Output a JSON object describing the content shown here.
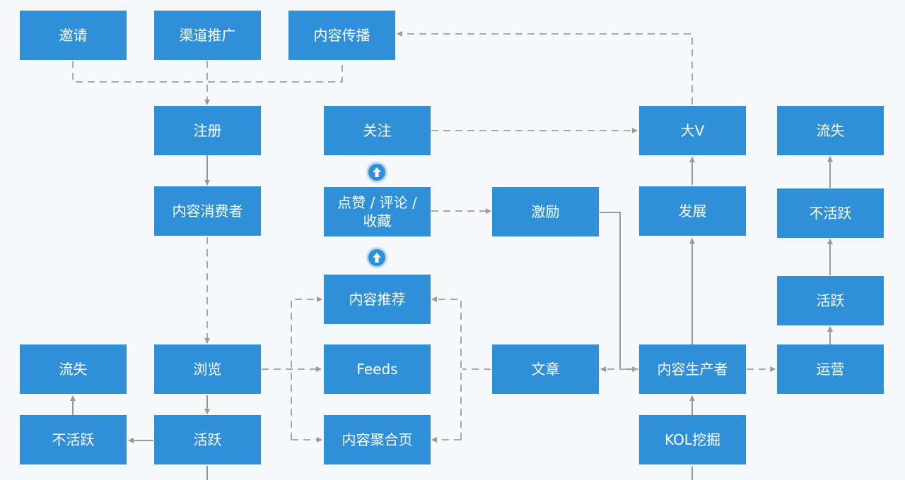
{
  "colors": {
    "node_fill": "#2f90d8",
    "connector": "#a9a9a9",
    "background": "#f7f8fa"
  },
  "icons": [
    "up-arrow-icon",
    "up-arrow-icon"
  ],
  "nodes": {
    "invite": "邀请",
    "channel_promotion": "渠道推广",
    "content_spread": "内容传播",
    "register": "注册",
    "content_consumer": "内容消费者",
    "browse": "浏览",
    "churn_left": "流失",
    "inactive_left": "不活跃",
    "active_left": "活跃",
    "follow": "关注",
    "like_comment_collect": "点赞 / 评论 /\n收藏",
    "content_recommend": "内容推荐",
    "feeds": "Feeds",
    "aggregation_page": "内容聚合页",
    "incentive": "激励",
    "article": "文章",
    "big_v": "大V",
    "develop": "发展",
    "content_producer": "内容生产者",
    "kol_mining": "KOL挖掘",
    "churn_right": "流失",
    "inactive_right": "不活跃",
    "active_right": "活跃",
    "operation": "运营"
  }
}
